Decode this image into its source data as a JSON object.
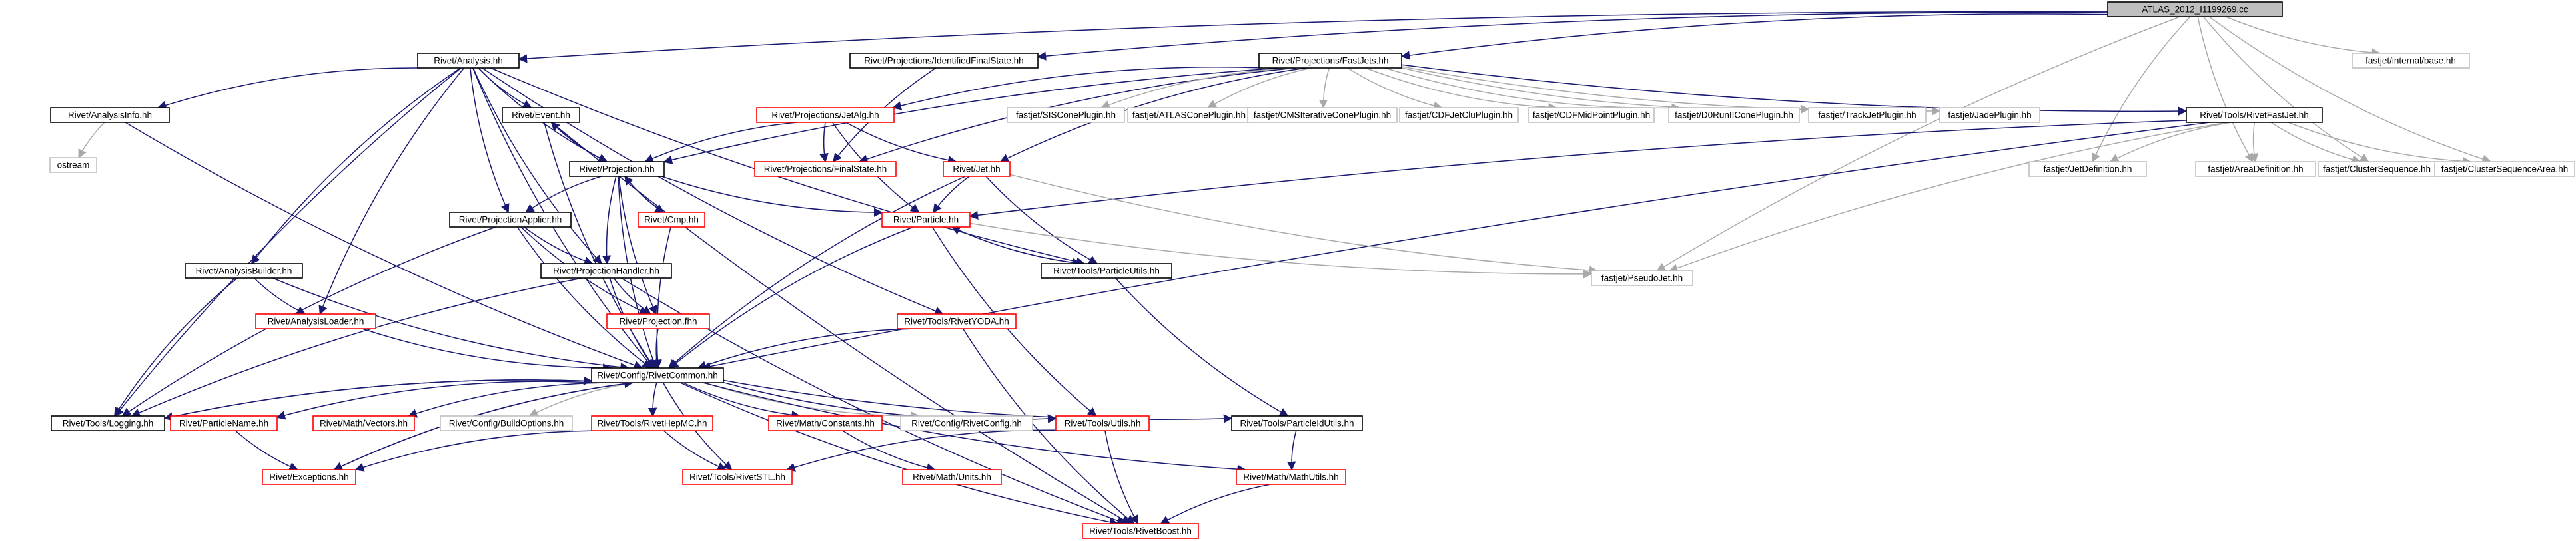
{
  "graph": {
    "title": "ATLAS_2012_I1199269.cc",
    "colors": {
      "root_fill": "#bfbfbf",
      "normal_border": "#000000",
      "missing_border": "#bfbfbf",
      "red_border": "#ff0000",
      "edge_navy": "#191970",
      "edge_gray": "#a9a9a9",
      "edge_dark": "#404040"
    },
    "nodes": [
      {
        "id": "root",
        "label": "ATLAS_2012_I1199269.cc",
        "style": "root"
      },
      {
        "id": "analysis",
        "label": "Rivet/Analysis.hh",
        "style": "normal"
      },
      {
        "id": "idfs",
        "label": "Rivet/Projections/IdentifiedFinalState.hh",
        "style": "normal"
      },
      {
        "id": "fastjets",
        "label": "Rivet/Projections/FastJets.hh",
        "style": "normal"
      },
      {
        "id": "fj_internal",
        "label": "fastjet/internal/base.hh",
        "style": "missing"
      },
      {
        "id": "analysisinfo",
        "label": "Rivet/AnalysisInfo.hh",
        "style": "normal"
      },
      {
        "id": "event",
        "label": "Rivet/Event.hh",
        "style": "normal"
      },
      {
        "id": "jetalg",
        "label": "Rivet/Projections/JetAlg.hh",
        "style": "red"
      },
      {
        "id": "siscone",
        "label": "fastjet/SISConePlugin.hh",
        "style": "missing"
      },
      {
        "id": "atlascone",
        "label": "fastjet/ATLASConePlugin.hh",
        "style": "missing"
      },
      {
        "id": "cmsiter",
        "label": "fastjet/CMSIterativeConePlugin.hh",
        "style": "missing"
      },
      {
        "id": "cdfjetclu",
        "label": "fastjet/CDFJetCluPlugin.hh",
        "style": "missing"
      },
      {
        "id": "cdfmidpoint",
        "label": "fastjet/CDFMidPointPlugin.hh",
        "style": "missing"
      },
      {
        "id": "d0run",
        "label": "fastjet/D0RunIIConePlugin.hh",
        "style": "missing"
      },
      {
        "id": "trackjet",
        "label": "fastjet/TrackJetPlugin.hh",
        "style": "missing"
      },
      {
        "id": "jade",
        "label": "fastjet/JadePlugin.hh",
        "style": "missing"
      },
      {
        "id": "rivetfastjet",
        "label": "Rivet/Tools/RivetFastJet.hh",
        "style": "normal"
      },
      {
        "id": "ostream",
        "label": "ostream",
        "style": "missing"
      },
      {
        "id": "projection",
        "label": "Rivet/Projection.hh",
        "style": "normal"
      },
      {
        "id": "finalstate",
        "label": "Rivet/Projections/FinalState.hh",
        "style": "red"
      },
      {
        "id": "jet",
        "label": "Rivet/Jet.hh",
        "style": "red"
      },
      {
        "id": "jetdef",
        "label": "fastjet/JetDefinition.hh",
        "style": "missing"
      },
      {
        "id": "areadef",
        "label": "fastjet/AreaDefinition.hh",
        "style": "missing"
      },
      {
        "id": "clusterseq",
        "label": "fastjet/ClusterSequence.hh",
        "style": "missing"
      },
      {
        "id": "clusterseqarea",
        "label": "fastjet/ClusterSequenceArea.hh",
        "style": "missing"
      },
      {
        "id": "projapplier",
        "label": "Rivet/ProjectionApplier.hh",
        "style": "normal"
      },
      {
        "id": "cmp",
        "label": "Rivet/Cmp.hh",
        "style": "red"
      },
      {
        "id": "particle",
        "label": "Rivet/Particle.hh",
        "style": "red"
      },
      {
        "id": "analysisbuilder",
        "label": "Rivet/AnalysisBuilder.hh",
        "style": "normal"
      },
      {
        "id": "projhandler",
        "label": "Rivet/ProjectionHandler.hh",
        "style": "normal"
      },
      {
        "id": "particleutils",
        "label": "Rivet/Tools/ParticleUtils.hh",
        "style": "normal"
      },
      {
        "id": "pseudojet",
        "label": "fastjet/PseudoJet.hh",
        "style": "missing"
      },
      {
        "id": "analysisloader",
        "label": "Rivet/AnalysisLoader.hh",
        "style": "red"
      },
      {
        "id": "projectionfhh",
        "label": "Rivet/Projection.fhh",
        "style": "red"
      },
      {
        "id": "rivetyoda",
        "label": "Rivet/Tools/RivetYODA.hh",
        "style": "red"
      },
      {
        "id": "rivetcommon",
        "label": "Rivet/Config/RivetCommon.hh",
        "style": "normal"
      },
      {
        "id": "logging",
        "label": "Rivet/Tools/Logging.hh",
        "style": "normal"
      },
      {
        "id": "particlename",
        "label": "Rivet/ParticleName.hh",
        "style": "red"
      },
      {
        "id": "vectors",
        "label": "Rivet/Math/Vectors.hh",
        "style": "red"
      },
      {
        "id": "buildoptions",
        "label": "Rivet/Config/BuildOptions.hh",
        "style": "missing"
      },
      {
        "id": "rivethepmc",
        "label": "Rivet/Tools/RivetHepMC.hh",
        "style": "red"
      },
      {
        "id": "constants",
        "label": "Rivet/Math/Constants.hh",
        "style": "red"
      },
      {
        "id": "rivetconfig",
        "label": "Rivet/Config/RivetConfig.hh",
        "style": "missing"
      },
      {
        "id": "utils",
        "label": "Rivet/Tools/Utils.hh",
        "style": "red"
      },
      {
        "id": "particleidutils",
        "label": "Rivet/Tools/ParticleIdUtils.hh",
        "style": "normal"
      },
      {
        "id": "exceptions",
        "label": "Rivet/Exceptions.hh",
        "style": "red"
      },
      {
        "id": "rivetstl",
        "label": "Rivet/Tools/RivetSTL.hh",
        "style": "red"
      },
      {
        "id": "units",
        "label": "Rivet/Math/Units.hh",
        "style": "red"
      },
      {
        "id": "mathutils",
        "label": "Rivet/Math/MathUtils.hh",
        "style": "red"
      },
      {
        "id": "rivetboost",
        "label": "Rivet/Tools/RivetBoost.hh",
        "style": "red"
      }
    ],
    "edges": [
      [
        "root",
        "analysis"
      ],
      [
        "root",
        "idfs"
      ],
      [
        "root",
        "fastjets"
      ],
      [
        "root",
        "fj_internal"
      ],
      [
        "root",
        "jetdef"
      ],
      [
        "root",
        "areadef"
      ],
      [
        "root",
        "clusterseq"
      ],
      [
        "root",
        "clusterseqarea"
      ],
      [
        "root",
        "pseudojet"
      ],
      [
        "analysis",
        "analysisinfo"
      ],
      [
        "analysis",
        "event"
      ],
      [
        "analysis",
        "projection"
      ],
      [
        "analysis",
        "projapplier"
      ],
      [
        "analysis",
        "analysisbuilder"
      ],
      [
        "analysis",
        "projhandler"
      ],
      [
        "analysis",
        "analysisloader"
      ],
      [
        "analysis",
        "rivetyoda"
      ],
      [
        "analysis",
        "particleutils"
      ],
      [
        "analysis",
        "rivetcommon"
      ],
      [
        "analysis",
        "logging"
      ],
      [
        "idfs",
        "finalstate"
      ],
      [
        "fastjets",
        "jetalg"
      ],
      [
        "fastjets",
        "finalstate"
      ],
      [
        "fastjets",
        "projection"
      ],
      [
        "fastjets",
        "siscone"
      ],
      [
        "fastjets",
        "atlascone"
      ],
      [
        "fastjets",
        "cmsiter"
      ],
      [
        "fastjets",
        "cdfjetclu"
      ],
      [
        "fastjets",
        "cdfmidpoint"
      ],
      [
        "fastjets",
        "d0run"
      ],
      [
        "fastjets",
        "trackjet"
      ],
      [
        "fastjets",
        "jade"
      ],
      [
        "fastjets",
        "rivetfastjet"
      ],
      [
        "fastjets",
        "jet"
      ],
      [
        "analysisinfo",
        "ostream"
      ],
      [
        "analysisinfo",
        "rivetcommon"
      ],
      [
        "event",
        "projection"
      ],
      [
        "event",
        "rivetcommon"
      ],
      [
        "event",
        "rivetboost"
      ],
      [
        "jetalg",
        "projection"
      ],
      [
        "jetalg",
        "finalstate"
      ],
      [
        "jetalg",
        "jet"
      ],
      [
        "jetalg",
        "particle"
      ],
      [
        "rivetfastjet",
        "jetdef"
      ],
      [
        "rivetfastjet",
        "areadef"
      ],
      [
        "rivetfastjet",
        "clusterseq"
      ],
      [
        "rivetfastjet",
        "clusterseqarea"
      ],
      [
        "rivetfastjet",
        "pseudojet"
      ],
      [
        "rivetfastjet",
        "particle"
      ],
      [
        "rivetfastjet",
        "rivetcommon"
      ],
      [
        "projection",
        "event"
      ],
      [
        "projection",
        "projapplier"
      ],
      [
        "projection",
        "projhandler"
      ],
      [
        "projection",
        "cmp"
      ],
      [
        "projection",
        "projectionfhh"
      ],
      [
        "projection",
        "particle"
      ],
      [
        "projection",
        "rivetcommon"
      ],
      [
        "jet",
        "particle"
      ],
      [
        "jet",
        "particleutils"
      ],
      [
        "jet",
        "pseudojet"
      ],
      [
        "jet",
        "rivetcommon"
      ],
      [
        "projapplier",
        "projhandler"
      ],
      [
        "projapplier",
        "projectionfhh"
      ],
      [
        "projapplier",
        "rivetcommon"
      ],
      [
        "projapplier",
        "logging"
      ],
      [
        "cmp",
        "projection"
      ],
      [
        "cmp",
        "rivetcommon"
      ],
      [
        "particle",
        "particleutils"
      ],
      [
        "particle",
        "pseudojet"
      ],
      [
        "particle",
        "rivetcommon"
      ],
      [
        "particle",
        "utils"
      ],
      [
        "particleutils",
        "particle"
      ],
      [
        "particleutils",
        "particleidutils"
      ],
      [
        "analysisbuilder",
        "analysisloader"
      ],
      [
        "analysisbuilder",
        "rivetcommon"
      ],
      [
        "analysisbuilder",
        "logging"
      ],
      [
        "projhandler",
        "projectionfhh"
      ],
      [
        "projhandler",
        "rivetcommon"
      ],
      [
        "projhandler",
        "logging"
      ],
      [
        "projhandler",
        "rivetboost"
      ],
      [
        "analysisloader",
        "rivetcommon"
      ],
      [
        "projectionfhh",
        "rivetcommon"
      ],
      [
        "rivetyoda",
        "rivetcommon"
      ],
      [
        "rivetyoda",
        "rivetboost"
      ],
      [
        "rivetcommon",
        "logging"
      ],
      [
        "rivetcommon",
        "particlename"
      ],
      [
        "rivetcommon",
        "vectors"
      ],
      [
        "rivetcommon",
        "buildoptions"
      ],
      [
        "rivetcommon",
        "rivethepmc"
      ],
      [
        "rivetcommon",
        "constants"
      ],
      [
        "rivetcommon",
        "rivetconfig"
      ],
      [
        "rivetcommon",
        "utils"
      ],
      [
        "rivetcommon",
        "particleidutils"
      ],
      [
        "rivetcommon",
        "exceptions"
      ],
      [
        "rivetcommon",
        "rivetstl"
      ],
      [
        "rivetcommon",
        "mathutils"
      ],
      [
        "rivetcommon",
        "rivetboost"
      ],
      [
        "logging",
        "rivetcommon"
      ],
      [
        "particlename",
        "exceptions"
      ],
      [
        "rivethepmc",
        "exceptions"
      ],
      [
        "rivethepmc",
        "rivetstl"
      ],
      [
        "constants",
        "units"
      ],
      [
        "utils",
        "rivetstl"
      ],
      [
        "utils",
        "rivetboost"
      ],
      [
        "particleidutils",
        "mathutils"
      ],
      [
        "mathutils",
        "rivetboost"
      ],
      [
        "exceptions",
        "rivetcommon"
      ]
    ]
  }
}
